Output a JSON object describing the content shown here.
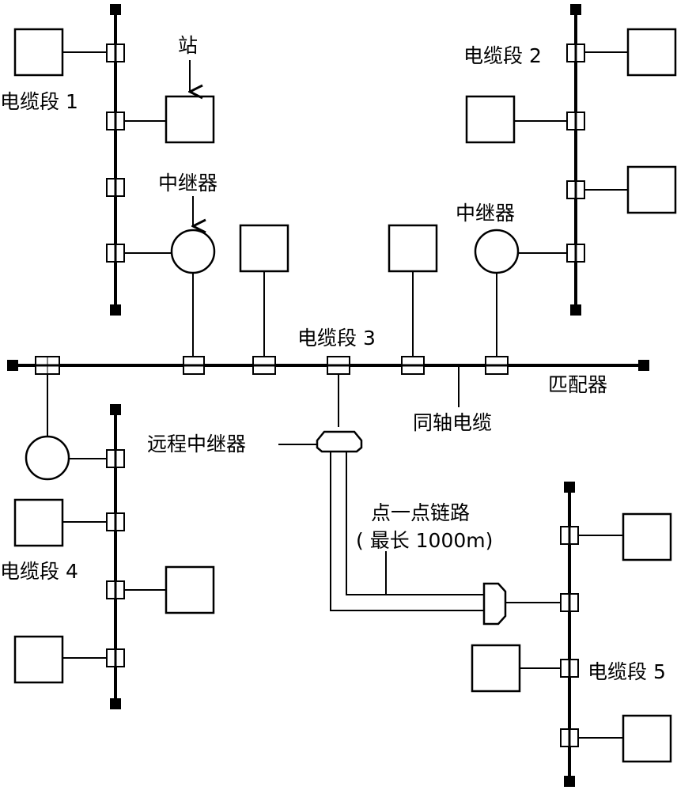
{
  "labels": {
    "station": "站",
    "repeater_top_left": "中继器",
    "repeater_top_right": "中继器",
    "segment1": "电缆段 1",
    "segment2": "电缆段 2",
    "segment3": "电缆段 3",
    "segment4": "电缆段 4",
    "segment5": "电缆段 5",
    "terminator": "匹配器",
    "coax": "同轴电缆",
    "remote_repeater": "远程中继器",
    "p2p_line1": "点一点链路",
    "p2p_line2": "( 最长 1000m)"
  }
}
